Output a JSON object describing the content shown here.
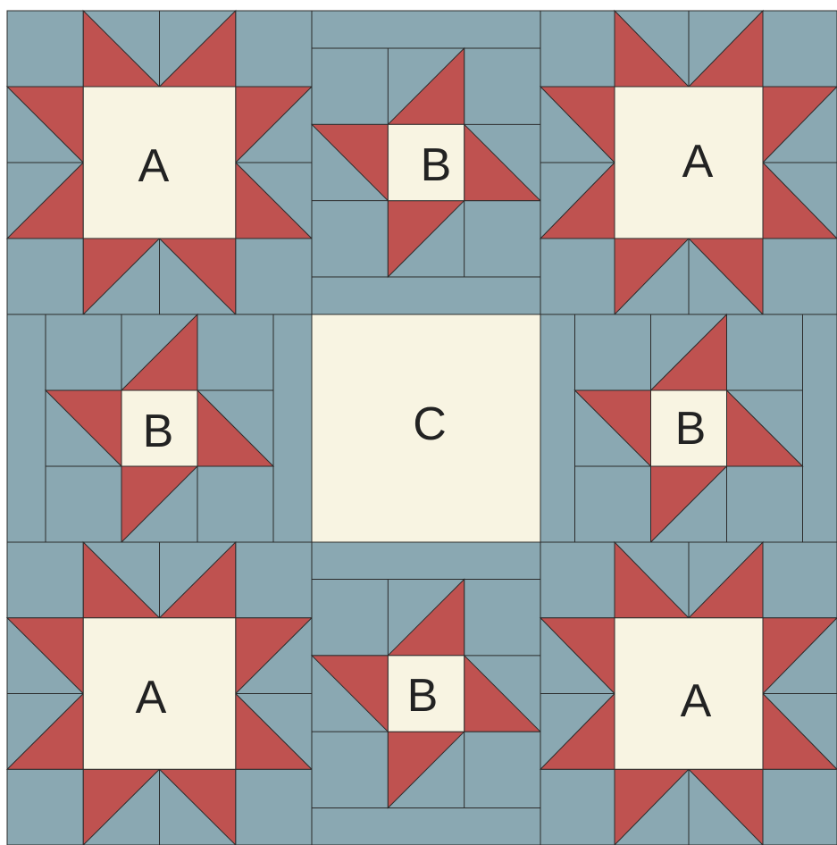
{
  "colors": {
    "background": "#8aa8b2",
    "star": "#bf5250",
    "center": "#f8f4e2",
    "outline": "#2b2b2b",
    "label": "#222222"
  },
  "blocks": [
    {
      "id": "top-left",
      "label": "A",
      "type": "A"
    },
    {
      "id": "top-middle",
      "label": "B",
      "type": "B"
    },
    {
      "id": "top-right",
      "label": "A",
      "type": "A"
    },
    {
      "id": "middle-left",
      "label": "B",
      "type": "B"
    },
    {
      "id": "center",
      "label": "C",
      "type": "C"
    },
    {
      "id": "middle-right",
      "label": "B",
      "type": "B"
    },
    {
      "id": "bottom-left",
      "label": "A",
      "type": "A"
    },
    {
      "id": "bottom-middle",
      "label": "B",
      "type": "B"
    },
    {
      "id": "bottom-right",
      "label": "A",
      "type": "A"
    }
  ]
}
